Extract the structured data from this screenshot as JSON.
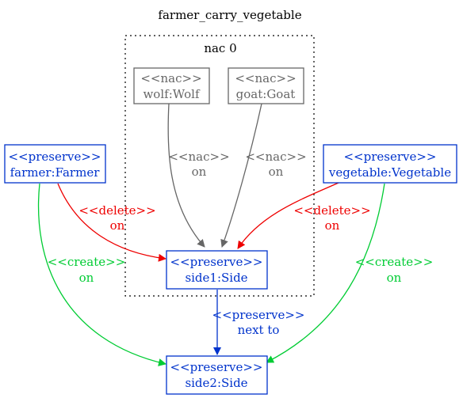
{
  "title": "farmer_carry_vegetable",
  "nac_group": {
    "label": "nac 0"
  },
  "colors": {
    "preserve": "#0033cc",
    "nac": "#666666",
    "delete": "#ee0000",
    "create": "#00cc33",
    "text": "#000000"
  },
  "nodes": {
    "wolf": {
      "stereotype": "<<nac>>",
      "name": "wolf:Wolf"
    },
    "goat": {
      "stereotype": "<<nac>>",
      "name": "goat:Goat"
    },
    "farmer": {
      "stereotype": "<<preserve>>",
      "name": "farmer:Farmer"
    },
    "vegetable": {
      "stereotype": "<<preserve>>",
      "name": "vegetable:Vegetable"
    },
    "side1": {
      "stereotype": "<<preserve>>",
      "name": "side1:Side"
    },
    "side2": {
      "stereotype": "<<preserve>>",
      "name": "side2:Side"
    }
  },
  "edges": {
    "wolf_side1": {
      "stereotype": "<<nac>>",
      "label": "on"
    },
    "goat_side1": {
      "stereotype": "<<nac>>",
      "label": "on"
    },
    "farmer_side1": {
      "stereotype": "<<delete>>",
      "label": "on"
    },
    "vegetable_side1": {
      "stereotype": "<<delete>>",
      "label": "on"
    },
    "farmer_side2": {
      "stereotype": "<<create>>",
      "label": "on"
    },
    "vegetable_side2": {
      "stereotype": "<<create>>",
      "label": "on"
    },
    "side1_side2": {
      "stereotype": "<<preserve>>",
      "label": "next to"
    }
  }
}
